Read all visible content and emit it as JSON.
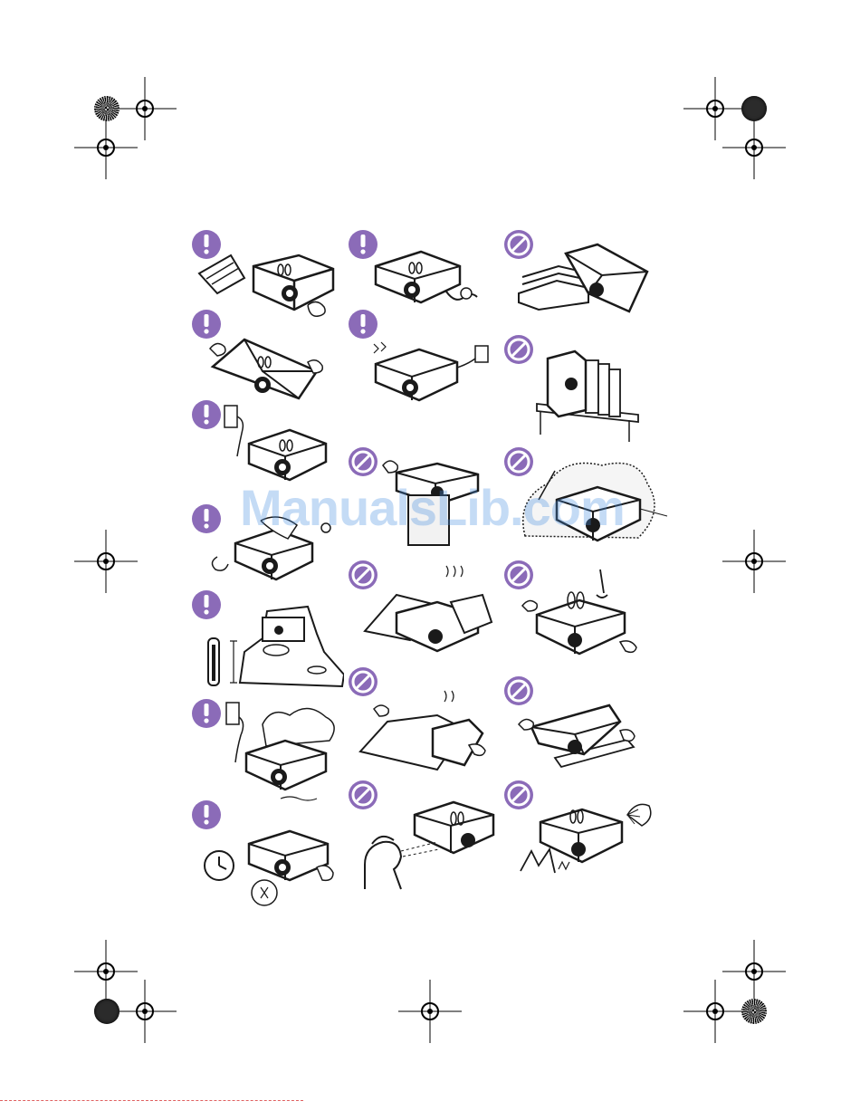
{
  "document": {
    "type": "projector-safety-illustrations",
    "watermark": "ManualsLib.com",
    "colors": {
      "badge": "#8b6bb8",
      "ink": "#1a1a1a",
      "watermark": "#4a90e2",
      "registration": "#000000",
      "trim_line": "#e06060"
    },
    "columns": [
      {
        "name": "column-1",
        "items": [
          {
            "badge": "exclamation-icon",
            "scene": "cloth-wiping-projector"
          },
          {
            "badge": "exclamation-icon",
            "scene": "carrying-projector-with-hands"
          },
          {
            "badge": "exclamation-icon",
            "scene": "unplug-before-cleaning"
          },
          {
            "badge": "exclamation-icon",
            "scene": "lamp-replacement"
          },
          {
            "badge": "exclamation-icon",
            "scene": "altitude-temperature-limits"
          },
          {
            "badge": "exclamation-icon",
            "scene": "power-outlet-cloud"
          },
          {
            "badge": "exclamation-icon",
            "scene": "clock-cooldown"
          }
        ]
      },
      {
        "name": "column-2",
        "items": [
          {
            "badge": "exclamation-icon",
            "scene": "projector-power-cord"
          },
          {
            "badge": "exclamation-icon",
            "scene": "adapter-connection"
          },
          {
            "badge": "prohibited-icon",
            "scene": "projector-on-stand"
          },
          {
            "badge": "prohibited-icon",
            "scene": "pillows-covering-vents"
          },
          {
            "badge": "prohibited-icon",
            "scene": "cloth-covering-projector"
          },
          {
            "badge": "prohibited-icon",
            "scene": "looking-into-lens"
          }
        ]
      },
      {
        "name": "column-3",
        "items": [
          {
            "badge": "prohibited-icon",
            "scene": "placing-on-books"
          },
          {
            "badge": "prohibited-icon",
            "scene": "standing-on-end-near-shelf"
          },
          {
            "badge": "prohibited-icon",
            "scene": "dusty-environment"
          },
          {
            "badge": "prohibited-icon",
            "scene": "dropping-liquid-on-top"
          },
          {
            "badge": "prohibited-icon",
            "scene": "tilted-on-stack"
          },
          {
            "badge": "prohibited-icon",
            "scene": "heat-fan-vibration"
          }
        ]
      }
    ]
  }
}
